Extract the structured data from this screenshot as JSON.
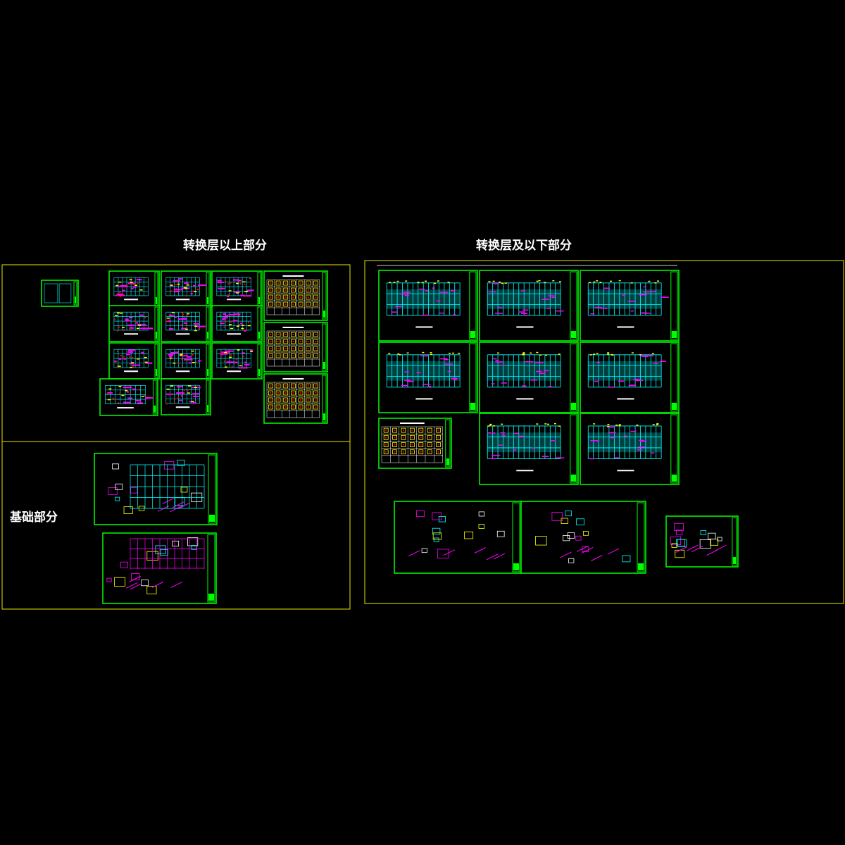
{
  "labels": {
    "upper_section": "转换层以上部分",
    "lower_section": "转换层及以下部分",
    "foundation_section": "基础部分"
  },
  "colors": {
    "background": "#000000",
    "frame_yellow": "#e6e600",
    "sheet_border": "#00ff00",
    "text": "#ffffff",
    "plan_cyan": "#00ffff",
    "plan_magenta": "#ff00ff",
    "plan_red": "#ff0000",
    "plan_yellow": "#ffff00"
  }
}
